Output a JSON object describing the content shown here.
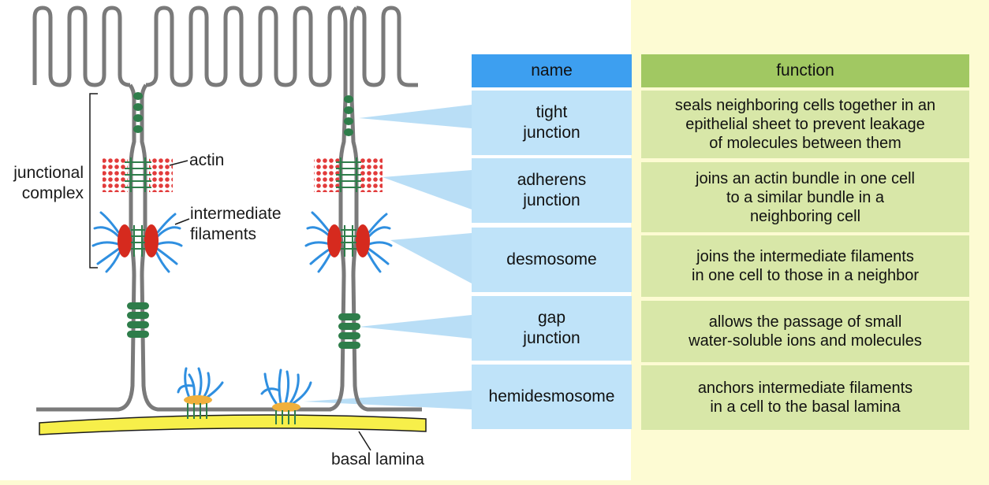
{
  "labels": {
    "junctional_complex": "junctional\ncomplex",
    "actin": "actin",
    "intermediate_filaments": "intermediate\nfilaments",
    "basal_lamina": "basal lamina"
  },
  "table": {
    "headers": {
      "name": "name",
      "function": "function"
    },
    "rows": [
      {
        "name": "tight\njunction",
        "function": "seals neighboring cells together in an\nepithelial sheet to prevent leakage\nof molecules between them"
      },
      {
        "name": "adherens\njunction",
        "function": "joins an actin bundle in one cell\nto a similar bundle in a\nneighboring cell"
      },
      {
        "name": "desmosome",
        "function": "joins the intermediate filaments\nin one cell to those in a neighbor"
      },
      {
        "name": "gap\njunction",
        "function": "allows the passage of small\nwater-soluble ions and molecules"
      },
      {
        "name": "hemidesmosome",
        "function": "anchors intermediate filaments\nin a cell to the basal lamina"
      }
    ]
  },
  "colors": {
    "name_header": "#3d9ff0",
    "name_cell": "#bfe3f9",
    "function_header": "#a1c862",
    "function_cell": "#d8e7a8",
    "background": "#fdfbd3",
    "membrane": "#7a7a7a",
    "tight_junction": "#2e7d4a",
    "actin": "#e23b3b",
    "intermediate_filament": "#2f8fe0",
    "desmosome_plaque": "#d62a1e",
    "hemidesmosome_plaque": "#f0b03c",
    "basal_lamina": "#f7ef4a"
  }
}
